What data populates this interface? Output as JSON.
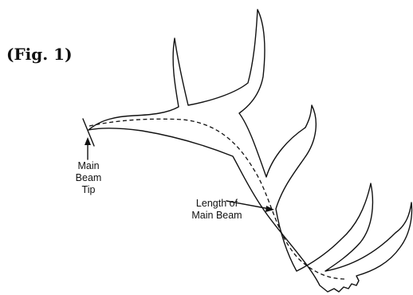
{
  "figure": {
    "label": "(Fig. 1)"
  },
  "annotations": {
    "main_beam_tip": [
      "Main",
      "Beam",
      "Tip"
    ],
    "length_of_main_beam": [
      "Length of",
      "Main Beam"
    ]
  },
  "colors": {
    "ink": "#111111",
    "background": "#ffffff"
  }
}
